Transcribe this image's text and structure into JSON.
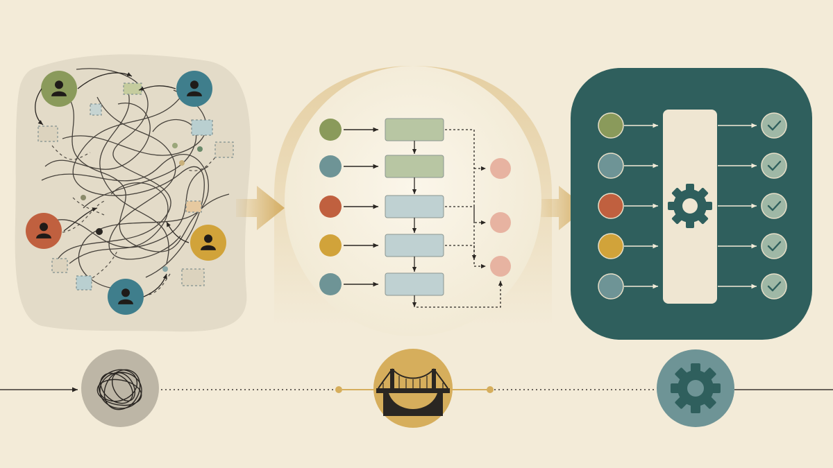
{
  "theme": {
    "background": "#f3ebd8",
    "ink": "#2a2622",
    "olive": "#8a9a5b",
    "teal": "#3f7e8c",
    "slate": "#6e9496",
    "rust": "#c0603f",
    "mustard": "#d1a33a",
    "gold": "#d6ae5c",
    "blush": "#e7b3a1",
    "deep_green": "#2f5f5d",
    "sage_box": "#b8c6a3",
    "blue_box": "#bfd1d2"
  },
  "panels": [
    {
      "id": "tangled",
      "icon": "tangle-icon"
    },
    {
      "id": "bridged",
      "icon": "bridge-icon"
    },
    {
      "id": "automated",
      "icon": "gear-icon"
    }
  ],
  "left_panel": {
    "people": [
      {
        "color": "olive",
        "icon": "person-icon"
      },
      {
        "color": "teal",
        "icon": "person-icon"
      },
      {
        "color": "rust",
        "icon": "person-icon"
      },
      {
        "color": "mustard",
        "icon": "person-icon"
      },
      {
        "color": "teal",
        "icon": "person-icon"
      }
    ]
  },
  "middle_panel": {
    "inputs": [
      "olive",
      "slate",
      "rust",
      "mustard",
      "slate"
    ],
    "steps": [
      "sage_box",
      "sage_box",
      "blue_box",
      "blue_box",
      "blue_box"
    ],
    "outcomes": [
      "blush",
      "blush",
      "blush"
    ]
  },
  "right_panel": {
    "inputs": [
      "olive",
      "slate",
      "rust",
      "mustard",
      "slate"
    ],
    "processor_icon": "gear-icon",
    "outputs": [
      "check-icon",
      "check-icon",
      "check-icon",
      "check-icon",
      "check-icon"
    ]
  }
}
